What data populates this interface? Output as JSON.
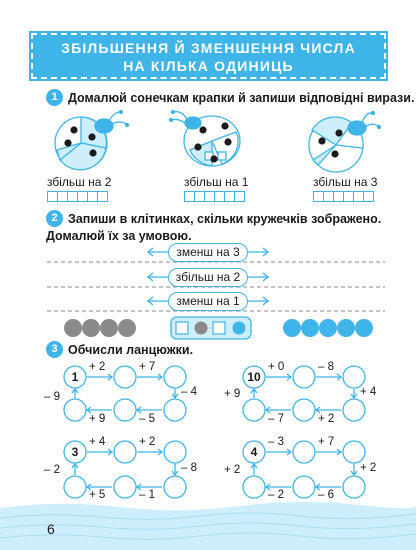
{
  "header": {
    "title_line1": "ЗБІЛЬШЕННЯ Й ЗМЕНШЕННЯ ЧИСЛА",
    "title_line2": "НА КІЛЬКА ОДИНИЦЬ"
  },
  "task1": {
    "number": "1",
    "instruction": "Домалюй сонечкам крапки й запиши відповідні вирази.",
    "bugs": [
      {
        "label": "збільш на 2"
      },
      {
        "label": "збільш на 1"
      },
      {
        "label": "збільш на 3"
      }
    ]
  },
  "task2": {
    "number": "2",
    "instruction_line1": "Запиши в клітинках, скільки кружечків зображено.",
    "instruction_line2": "Домалюй їх за умовою.",
    "labels": [
      "зменш на 3",
      "збільш на 2",
      "зменш на 1"
    ]
  },
  "task3": {
    "number": "3",
    "instruction": "Обчисли ланцюжки.",
    "chains": [
      {
        "start": "1",
        "top1": "+ 2",
        "top2": "+ 7",
        "right": "– 4",
        "bottom1": "– 5",
        "bottom2": "+ 9",
        "left": "– 9"
      },
      {
        "start": "10",
        "top1": "+ 0",
        "top2": "– 8",
        "right": "+ 4",
        "bottom1": "+ 2",
        "bottom2": "– 7",
        "left": "+ 9"
      },
      {
        "start": "3",
        "top1": "+ 4",
        "top2": "+ 2",
        "right": "– 8",
        "bottom1": "– 1",
        "bottom2": "+ 5",
        "left": "– 2"
      },
      {
        "start": "4",
        "top1": "– 3",
        "top2": "+ 7",
        "right": "+ 2",
        "bottom1": "– 6",
        "bottom2": "– 2",
        "left": "+ 2"
      }
    ]
  },
  "footer": {
    "page_number": "6"
  },
  "colors": {
    "accent": "#3fb4e8",
    "gray_dot": "#8a8a8a",
    "footer_wave": "#bfe6f7"
  }
}
